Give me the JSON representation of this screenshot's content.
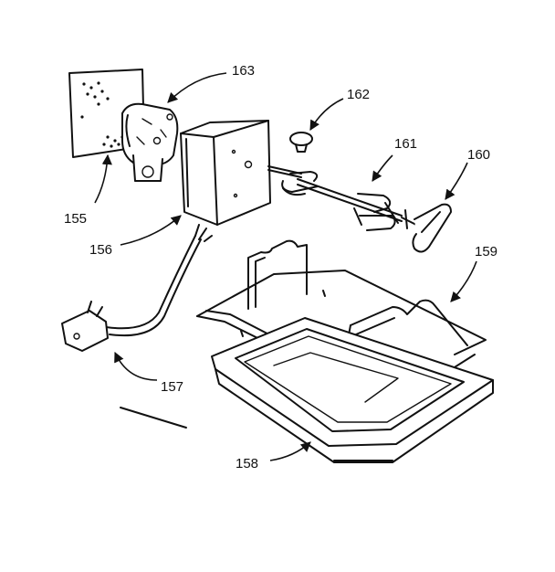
{
  "callouts": [
    {
      "id": "155",
      "text": "155"
    },
    {
      "id": "156",
      "text": "156"
    },
    {
      "id": "157",
      "text": "157"
    },
    {
      "id": "158",
      "text": "158"
    },
    {
      "id": "159",
      "text": "159"
    },
    {
      "id": "160",
      "text": "160"
    },
    {
      "id": "161",
      "text": "161"
    },
    {
      "id": "162",
      "text": "162"
    },
    {
      "id": "163",
      "text": "163"
    }
  ],
  "ink_color": "#111111",
  "background": "#ffffff"
}
